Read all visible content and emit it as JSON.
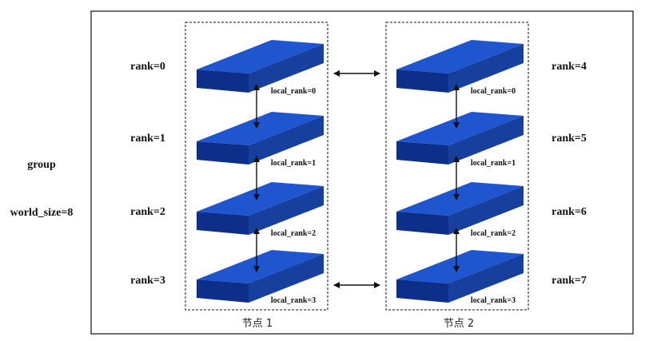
{
  "group_label": "group",
  "world_size_label": "world_size=8",
  "nodes": [
    {
      "caption": "节点 1",
      "devices": [
        {
          "rank": "rank=0",
          "local_rank": "local_rank=0"
        },
        {
          "rank": "rank=1",
          "local_rank": "local_rank=1"
        },
        {
          "rank": "rank=2",
          "local_rank": "local_rank=2"
        },
        {
          "rank": "rank=3",
          "local_rank": "local_rank=3"
        }
      ]
    },
    {
      "caption": "节点 2",
      "devices": [
        {
          "rank": "rank=4",
          "local_rank": "local_rank=0"
        },
        {
          "rank": "rank=5",
          "local_rank": "local_rank=1"
        },
        {
          "rank": "rank=6",
          "local_rank": "local_rank=2"
        },
        {
          "rank": "rank=7",
          "local_rank": "local_rank=3"
        }
      ]
    }
  ],
  "colors": {
    "device_top": "#1f56d0",
    "device_front": "#0d2f8a",
    "device_side": "#163f9e",
    "line": "#111111"
  }
}
